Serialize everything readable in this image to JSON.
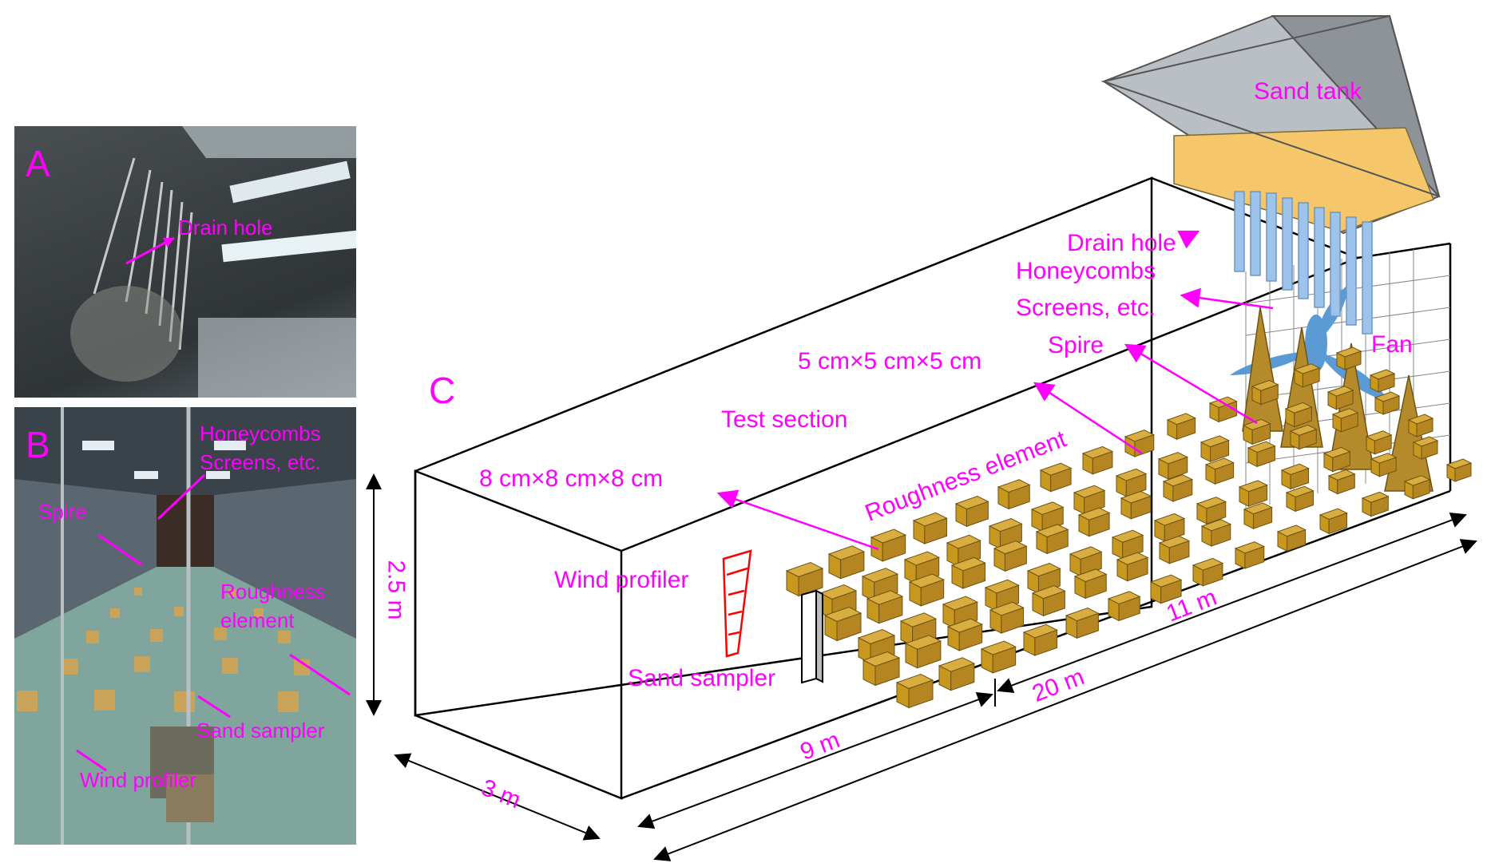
{
  "panels": {
    "a": {
      "letter": "A",
      "drain_hole": "Drain hole"
    },
    "b": {
      "letter": "B",
      "honeycombs": "Honeycombs",
      "screens": "Screens, etc.",
      "spire": "Spire",
      "roughness_1": "Roughness",
      "roughness_2": "element",
      "sand_sampler": "Sand sampler",
      "wind_profiler": "Wind profiler"
    },
    "c": {
      "letter": "C",
      "sand_tank": "Sand tank",
      "drain_hole": "Drain hole",
      "honeycombs": "Honeycombs",
      "screens": "Screens, etc.",
      "fan": "Fan",
      "spire": "Spire",
      "small_cube": "5 cm×5 cm×5 cm",
      "test_section": "Test section",
      "roughness_element": "Roughness element",
      "large_cube": "8 cm×8 cm×8 cm",
      "wind_profiler": "Wind profiler",
      "sand_sampler": "Sand sampler",
      "height": "2.5 m",
      "width": "3 m",
      "length_9": "9 m",
      "length_11": "11 m",
      "length_20": "20 m"
    }
  },
  "colors": {
    "label": "#ff00ff",
    "cube": "#c8981e",
    "spire": "#b58a2a",
    "pipe": "#9ec3ea",
    "fan": "#5b9bd5",
    "profiler": "#ff0000"
  }
}
